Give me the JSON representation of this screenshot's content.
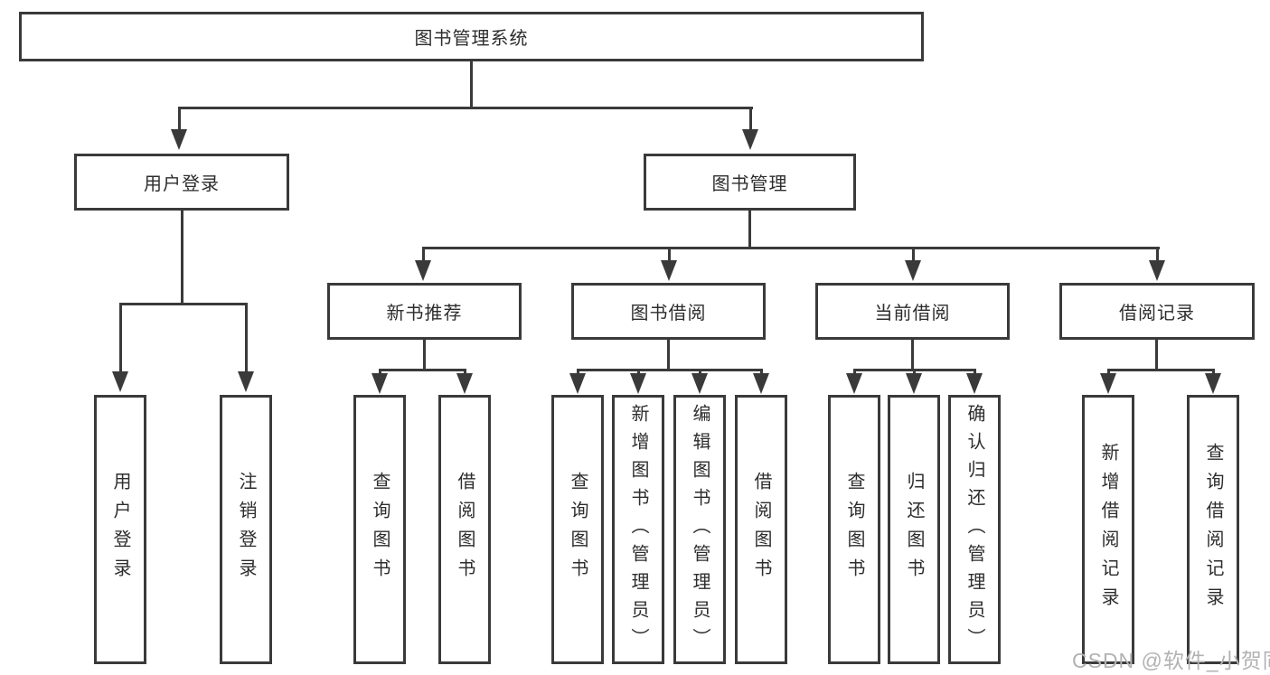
{
  "diagram_title": "图书管理系统",
  "colors": {
    "line": "#3a3a3a",
    "text": "#2d2d2d",
    "background": "#ffffff",
    "watermark": "#b2b2b2"
  },
  "nodes": {
    "root": {
      "label": "图书管理系统"
    },
    "level1": {
      "user_login": {
        "label": "用户登录"
      },
      "book_management": {
        "label": "图书管理"
      }
    },
    "level2": {
      "new_book_recommend": {
        "label": "新书推荐"
      },
      "book_borrow": {
        "label": "图书借阅"
      },
      "current_borrow": {
        "label": "当前借阅"
      },
      "borrow_records": {
        "label": "借阅记录"
      }
    },
    "leaves": {
      "user_login": {
        "label": "用户登录",
        "parent": "用户登录"
      },
      "logout": {
        "label": "注销登录",
        "parent": "用户登录"
      },
      "nb_query_books": {
        "label": "查询图书",
        "parent": "新书推荐"
      },
      "nb_borrow_books": {
        "label": "借阅图书",
        "parent": "新书推荐"
      },
      "bb_query_books": {
        "label": "查询图书",
        "parent": "图书借阅"
      },
      "bb_add_books": {
        "label": "新增图书（管理员）",
        "parent": "图书借阅"
      },
      "bb_edit_books": {
        "label": "编辑图书（管理员）",
        "parent": "图书借阅"
      },
      "bb_borrow_books": {
        "label": "借阅图书",
        "parent": "图书借阅"
      },
      "cb_query_books": {
        "label": "查询图书",
        "parent": "当前借阅"
      },
      "cb_return_books": {
        "label": "归还图书",
        "parent": "当前借阅"
      },
      "cb_confirm_return": {
        "label": "确认归还（管理员）",
        "parent": "当前借阅"
      },
      "br_add_record": {
        "label": "新增借阅记录",
        "parent": "借阅记录"
      },
      "br_query_record": {
        "label": "查询借阅记录",
        "parent": "借阅记录"
      }
    }
  },
  "watermark": {
    "text": "CSDN @软件_小贺同学"
  }
}
